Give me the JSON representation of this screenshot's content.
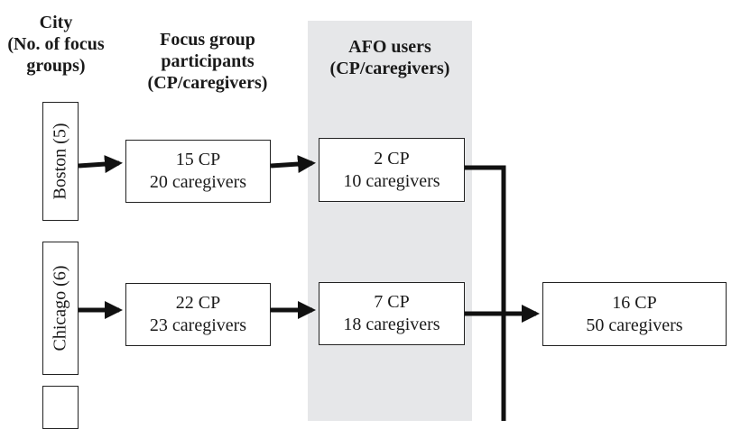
{
  "headers": {
    "city": [
      "City",
      "(No. of focus",
      "groups)"
    ],
    "focus_group": [
      "Focus group",
      "participants",
      "(CP/caregivers)"
    ],
    "afo": [
      "AFO users",
      "(CP/caregivers)"
    ]
  },
  "cities": [
    {
      "label": "Boston (5)"
    },
    {
      "label": "Chicago (6)"
    },
    {
      "label": ""
    }
  ],
  "focus_group_boxes": [
    {
      "line1": "15 CP",
      "line2": "20 caregivers"
    },
    {
      "line1": "22 CP",
      "line2": "23 caregivers"
    }
  ],
  "afo_boxes": [
    {
      "line1": "2 CP",
      "line2": "10 caregivers"
    },
    {
      "line1": "7 CP",
      "line2": "18 caregivers"
    }
  ],
  "total_box": {
    "line1": "16 CP",
    "line2": "50 caregivers"
  },
  "colors": {
    "shade": "#e6e7e9",
    "line": "#111111"
  }
}
